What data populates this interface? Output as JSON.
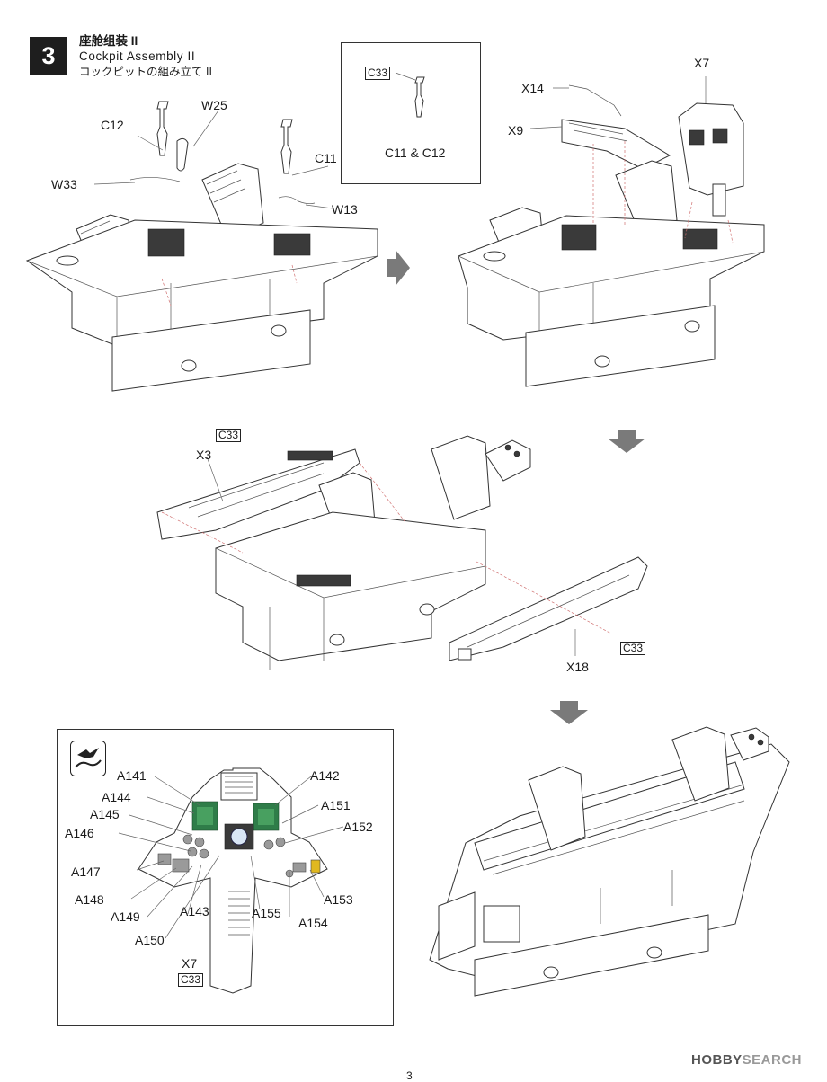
{
  "step": {
    "number": "3",
    "title_cn": "座舱组装 II",
    "title_en": "Cockpit Assembly II",
    "title_jp": "コックピットの組み立て II"
  },
  "detail_inset": {
    "ref": "C33",
    "parts_label": "C11 & C12"
  },
  "labels": {
    "c12": "C12",
    "w25": "W25",
    "c11": "C11",
    "w33": "W33",
    "w13": "W13",
    "x14": "X14",
    "x7_top": "X7",
    "x9": "X9",
    "x3": "X3",
    "x18": "X18"
  },
  "panel_refs": {
    "x3_ref": "C33",
    "x18_ref": "C33"
  },
  "instrument_panel": {
    "callouts": [
      "A141",
      "A142",
      "A144",
      "A151",
      "A145",
      "A152",
      "A146",
      "A147",
      "A153",
      "A148",
      "A149",
      "A143",
      "A155",
      "A154",
      "A150"
    ],
    "part": "X7",
    "ref": "C33"
  },
  "watermark": {
    "brand": "HOBBY",
    "suffix": "SEARCH"
  },
  "page_number": "3"
}
